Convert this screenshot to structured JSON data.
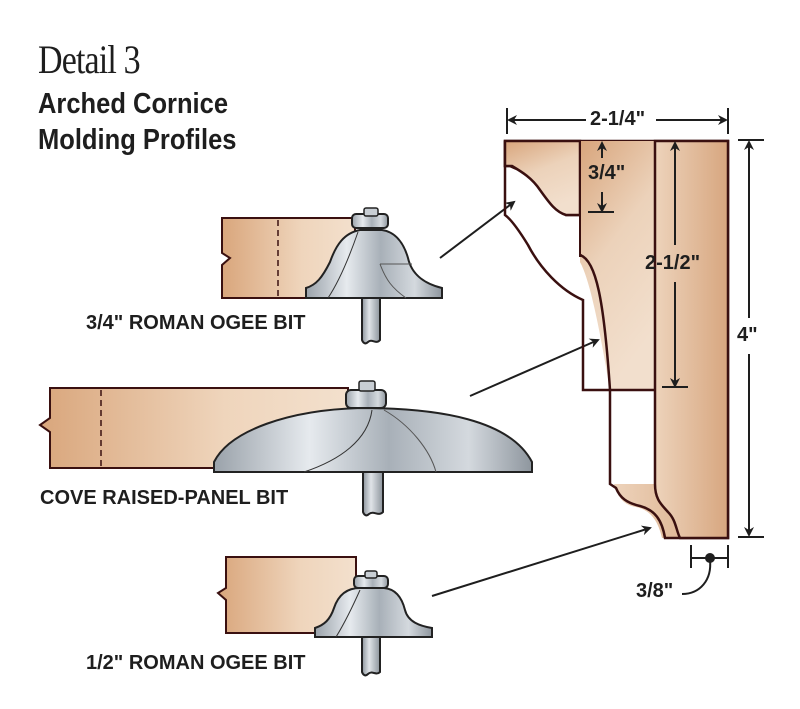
{
  "figure": {
    "title": "Detail 3",
    "subtitle_line1": "Arched Cornice",
    "subtitle_line2": "Molding Profiles"
  },
  "bits": [
    {
      "label": "3/4\" ROMAN OGEE BIT"
    },
    {
      "label": "COVE RAISED-PANEL BIT"
    },
    {
      "label": "1/2\" ROMAN OGEE BIT"
    }
  ],
  "dimensions": {
    "overall_width": "2-1/4\"",
    "top_profile_height": "3/4\"",
    "cove_height": "2-1/2\"",
    "overall_height": "4\"",
    "bottom_step": "3/8\""
  },
  "colors": {
    "wood_light": "#f1dcc6",
    "wood_dark": "#d6a47c",
    "outline": "#3a1010",
    "steel_light": "#e4e8ec",
    "steel_dark": "#8c949c",
    "ink": "#1e1e1e"
  }
}
